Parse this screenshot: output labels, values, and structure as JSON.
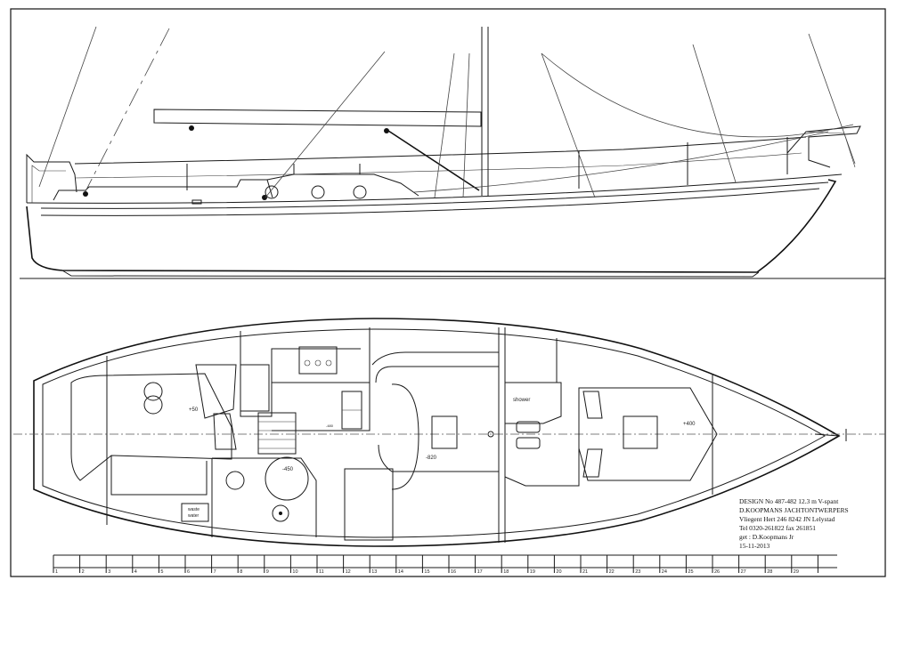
{
  "title_block": {
    "line1": "DESIGN No 487-482  12.3 m V-spant",
    "line2": "D.KOOPMANS  JACHTONTWERPERS",
    "line3": "Vliegent Hert 246 8242 JN Lelystad",
    "line4": "Tel 0320-261822 fax 261851",
    "line5": "get : D.Koopmans Jr",
    "line6": "15-11-2013"
  },
  "plan_labels": {
    "level_aft": "+50",
    "level_galley": "-480",
    "level_head": "-450",
    "level_saloon": "-820",
    "level_fwd": "+400",
    "shower": "shower",
    "waste_water": [
      "waste",
      "water"
    ]
  },
  "station_scale": [
    "1",
    "2",
    "3",
    "4",
    "5",
    "6",
    "7",
    "8",
    "9",
    "10",
    "11",
    "12",
    "13",
    "14",
    "15",
    "16",
    "17",
    "18",
    "19",
    "20",
    "21",
    "22",
    "23",
    "24",
    "25",
    "26",
    "27",
    "28",
    "29"
  ]
}
